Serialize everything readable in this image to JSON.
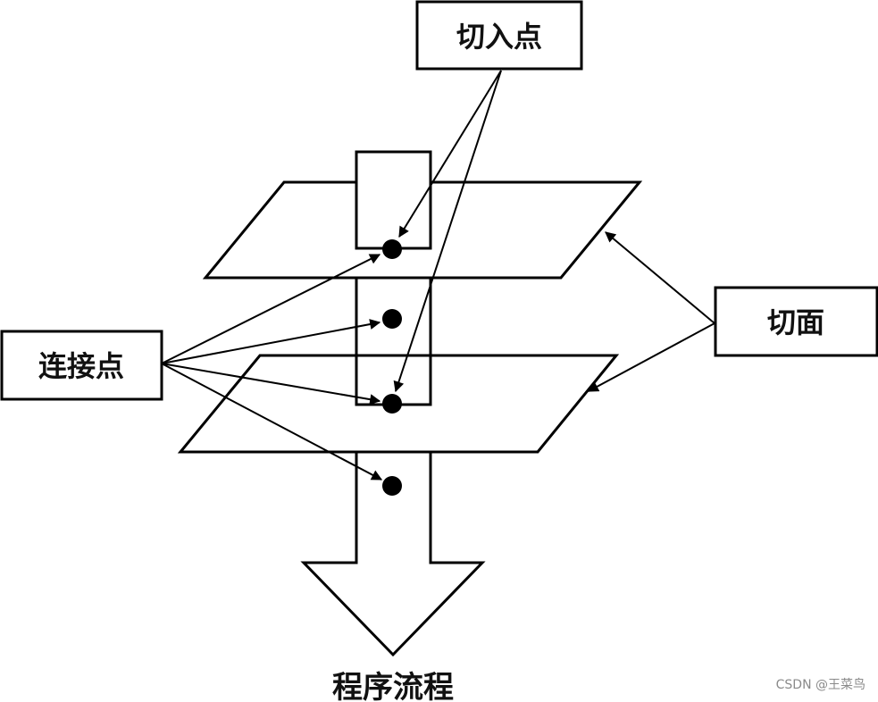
{
  "labels": {
    "join_point": "切入点",
    "aspect": "切面",
    "connection_point": "连接点",
    "program_flow": "程序流程"
  },
  "watermark": "CSDN @王菜鸟",
  "colors": {
    "ink": "#000000",
    "background": "#ffffff"
  }
}
